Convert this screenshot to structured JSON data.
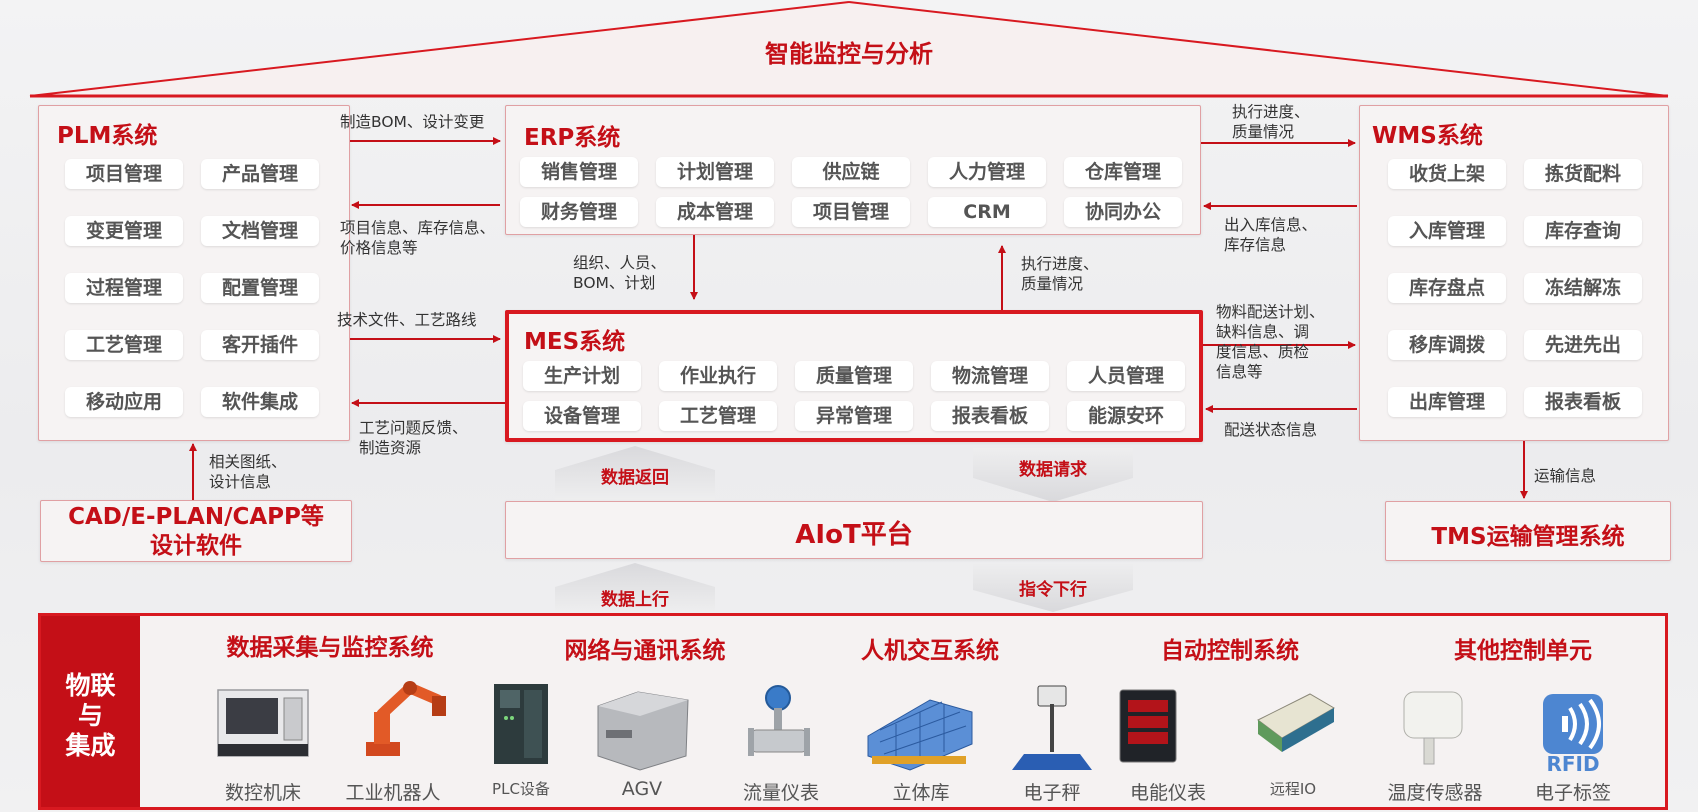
{
  "roof_title": "智能监控与分析",
  "plm": {
    "title": "PLM系统",
    "items": [
      "项目管理",
      "产品管理",
      "变更管理",
      "文档管理",
      "过程管理",
      "配置管理",
      "工艺管理",
      "客开插件",
      "移动应用",
      "软件集成"
    ]
  },
  "erp": {
    "title": "ERP系统",
    "items": [
      "销售管理",
      "计划管理",
      "供应链",
      "人力管理",
      "仓库管理",
      "财务管理",
      "成本管理",
      "项目管理",
      "CRM",
      "协同办公"
    ]
  },
  "mes": {
    "title": "MES系统",
    "items": [
      "生产计划",
      "作业执行",
      "质量管理",
      "物流管理",
      "人员管理",
      "设备管理",
      "工艺管理",
      "异常管理",
      "报表看板",
      "能源安环"
    ]
  },
  "wms": {
    "title": "WMS系统",
    "items": [
      "收货上架",
      "拣货配料",
      "入库管理",
      "库存查询",
      "库存盘点",
      "冻结解冻",
      "移库调拨",
      "先进先出",
      "出库管理",
      "报表看板"
    ]
  },
  "cad": {
    "line1": "CAD/E-PLAN/CAPP等",
    "line2": "设计软件"
  },
  "aiot": "AIoT平台",
  "tms": "TMS运输管理系统",
  "notes": {
    "plm_to_erp": "制造BOM、设计变更",
    "erp_to_plm": [
      "项目信息、库存信息、",
      "价格信息等"
    ],
    "plm_to_mes": "技术文件、工艺路线",
    "mes_to_plm": [
      "工艺问题反馈、",
      "制造资源"
    ],
    "erp_to_mes": [
      "组织、人员、",
      "BOM、计划"
    ],
    "mes_to_erp": [
      "执行进度、",
      "质量情况"
    ],
    "erp_to_wms": [
      "执行进度、",
      "质量情况"
    ],
    "wms_to_erp": [
      "出入库信息、",
      "库存信息"
    ],
    "mes_to_wms": [
      "物料配送计划、",
      "缺料信息、调",
      "度信息、质检",
      "信息等"
    ],
    "wms_to_mes": "配送状态信息",
    "cad_to_plm": [
      "相关图纸、",
      "设计信息"
    ],
    "wms_to_tms": "运输信息"
  },
  "flows": {
    "data_return": "数据返回",
    "data_request": "数据请求",
    "data_up": "数据上行",
    "command_down": "指令下行"
  },
  "iot": {
    "label": [
      "物联",
      "与",
      "集成"
    ],
    "categories": [
      "数据采集与监控系统",
      "网络与通讯系统",
      "人机交互系统",
      "自动控制系统",
      "其他控制单元"
    ],
    "devices": [
      "数控机床",
      "工业机器人",
      "PLC设备",
      "AGV",
      "流量仪表",
      "立体库",
      "电子秤",
      "电能仪表",
      "远程IO",
      "温度传感器",
      "电子标签"
    ],
    "rfid_text": "RFID"
  },
  "colors": {
    "accent": "#c40f17",
    "accent_bright": "#d81920",
    "panel": "#f6f3f3"
  }
}
